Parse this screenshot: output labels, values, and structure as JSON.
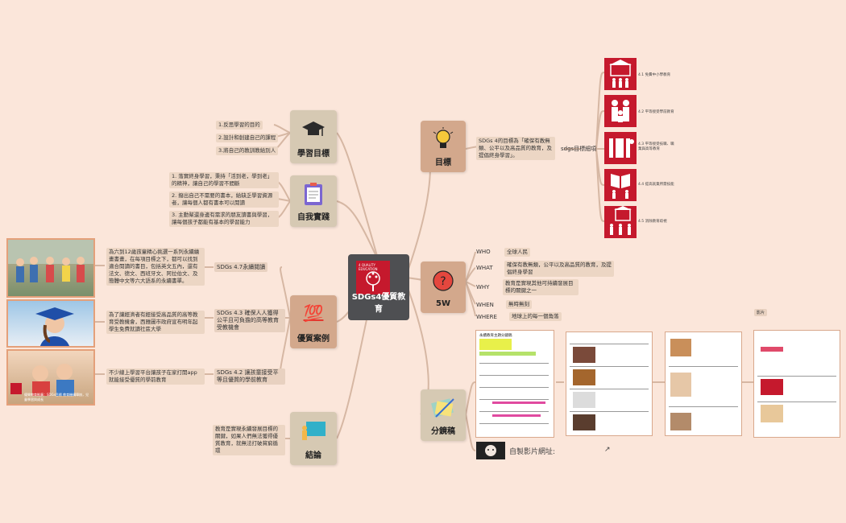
{
  "center": {
    "title": "SDGs4優質教育",
    "badge": "4 QUALITY EDUCATION"
  },
  "branches": {
    "goal": {
      "label": "目標"
    },
    "learning": {
      "label": "學習目標"
    },
    "practice": {
      "label": "自我實踐"
    },
    "cases": {
      "label": "優質案例"
    },
    "conclusion": {
      "label": "結論"
    },
    "five_w": {
      "label": "5W"
    },
    "storyboard": {
      "label": "分鏡稿"
    }
  },
  "learning_items": [
    "1.反思學習的目的",
    "2.設計和創建自己的課程",
    "3.將自己的教訓教給別人"
  ],
  "practice_items": [
    "1. 落實終身學習，秉持「活到老，學到老」的精神，讓自己的學習不間斷",
    "2. 撥出自己不需要的書本，給缺乏學習資源者，讓每個人都有書本可以閱讀",
    "3. 主動幫還身邊有需求的朋友讀書與學習，讓每個孩子都能有基本的學習能力"
  ],
  "cases": [
    {
      "tag": "SDGs 4.7永續閱讀",
      "text": "為六到12歲孩童精心挑選一系列永續繪畫書畫，在每項目標之下，都可以找到適合閱讀的書目，包括英文五內，還有法文、德文、西班牙文、阿拉伯文、及簡體中文等六大語系的永續書單。"
    },
    {
      "tag": "SDGs 4.3 確保人人獲得公平且可負擔的高等教育受教機會",
      "text": "為了讓經濟者有經接受高品質的高等教育受教機會，西雅圖市政府宣布明年起學生免費就讀社區大學"
    },
    {
      "tag": "SDGs 4.2 讓孩童接受平等且優質的學前教育",
      "text": "不少線上學習平台讓孩子在家打開app就能接受優質的學前教育"
    }
  ],
  "photo3_caption": "優質教育推廣：SDGs目標 教育機構舉辦，兒童學習與成長",
  "conclusion_text": "教育是實現永續發展目標的關鍵，如果人們無法獲得優質教育，就無法打破貧窮循環",
  "goal_text": "SDGs 4的目標為「確保有教無類、公平以及高品質的教育，及提倡終身學習」。",
  "sdgs_label": "sdgs目標細項",
  "targets": [
    "4.1 免費中小學教育",
    "4.2 平等接受學前教育",
    "4.3 平等接受技職、職業與高等教育",
    "4.4 提高就業所需技能",
    "4.5 消除教育歧視"
  ],
  "five_w": [
    {
      "k": "WHO",
      "v": "全球人民"
    },
    {
      "k": "WHAT",
      "v": "確保有教無類，公平以及高品質的教育，及提倡終身學習"
    },
    {
      "k": "WHY",
      "v": "教育是實現其他可持續發展目標的關鍵之一"
    },
    {
      "k": "WHEN",
      "v": "無時無刻"
    },
    {
      "k": "WHERE",
      "v": "地球上的每一個角落"
    }
  ],
  "video_label": "自製影片網址:",
  "floating_tag": "影片",
  "doc_title": "永續教育主題分鏡稿",
  "colors": {
    "background": "#fbe6da",
    "line": "#d6b7a3",
    "sdg_red": "#c5192d",
    "node": "#d6c9b3"
  }
}
